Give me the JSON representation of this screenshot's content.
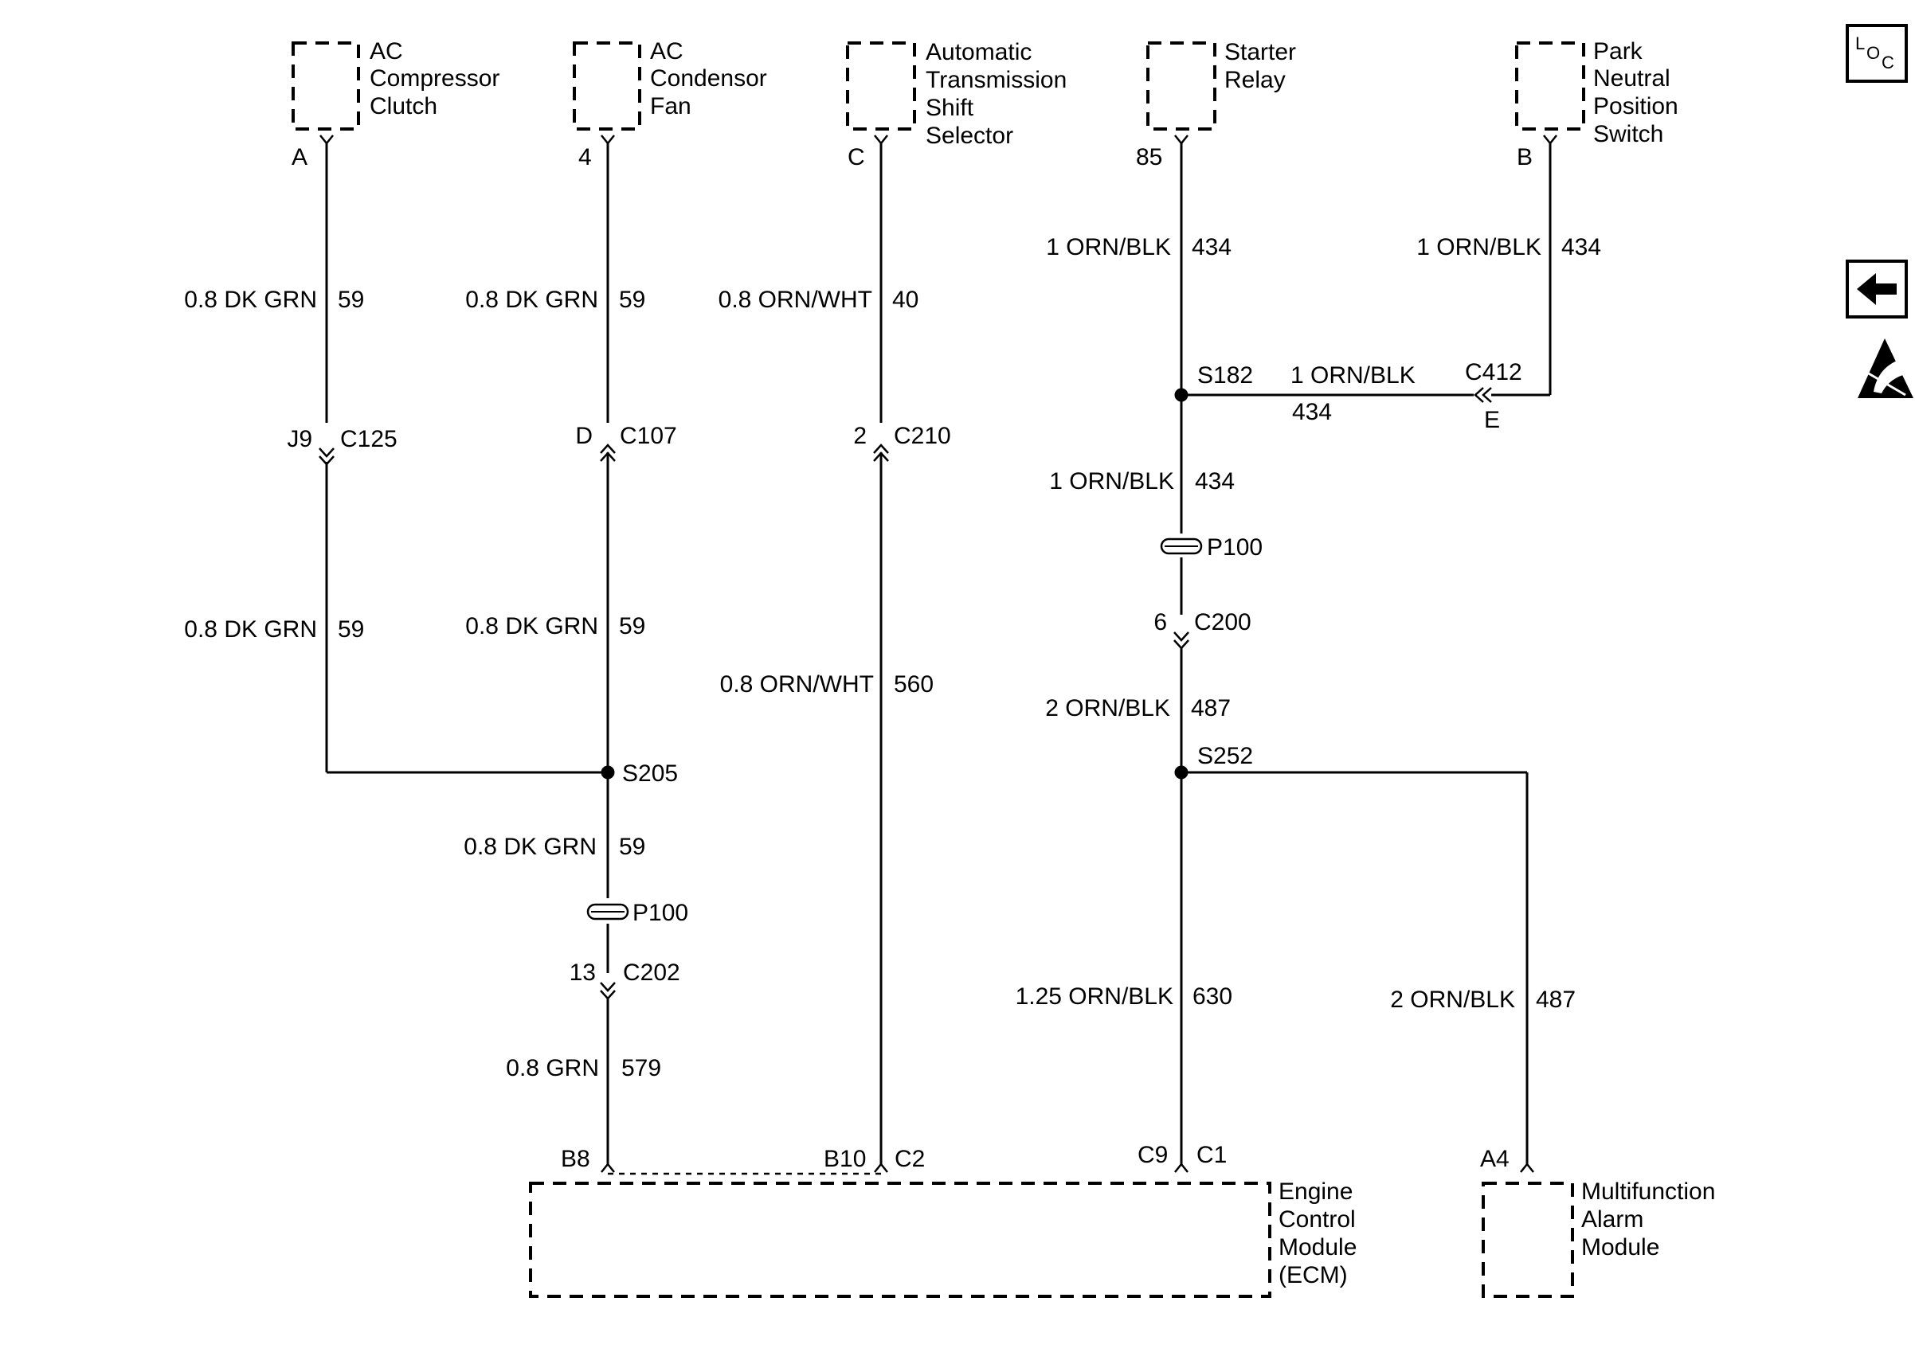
{
  "components": {
    "ac_compressor_clutch": [
      "AC",
      "Compressor",
      "Clutch"
    ],
    "ac_condensor_fan": [
      "AC",
      "Condensor",
      "Fan"
    ],
    "auto_trans_shift_selector": [
      "Automatic",
      "Transmission",
      "Shift",
      "Selector"
    ],
    "starter_relay": [
      "Starter",
      "Relay"
    ],
    "park_neutral_switch": [
      "Park",
      "Neutral",
      "Position",
      "Switch"
    ],
    "ecm": [
      "Engine",
      "Control",
      "Module",
      "(ECM)"
    ],
    "multifunction_alarm": [
      "Multifunction",
      "Alarm",
      "Module"
    ]
  },
  "pins": {
    "ac_compressor": "A",
    "ac_fan": "4",
    "shift_selector": "C",
    "starter_relay": "85",
    "pnp_switch": "B",
    "ecm_b8": "B8",
    "ecm_b10": "B10",
    "ecm_c2": "C2",
    "ecm_c9": "C9",
    "ecm_c1": "C1",
    "alarm_a4": "A4"
  },
  "wires": {
    "w1_top": {
      "label": "0.8 DK GRN",
      "circuit": "59"
    },
    "w1_bottom": {
      "label": "0.8 DK GRN",
      "circuit": "59"
    },
    "w2_top": {
      "label": "0.8 DK GRN",
      "circuit": "59"
    },
    "w2_mid": {
      "label": "0.8 DK GRN",
      "circuit": "59"
    },
    "w2_s205": {
      "label": "0.8 DK GRN",
      "circuit": "59"
    },
    "w2_ecm": {
      "label": "0.8 GRN",
      "circuit": "579"
    },
    "w3_top": {
      "label": "0.8 ORN/WHT",
      "circuit": "40"
    },
    "w3_bottom": {
      "label": "0.8 ORN/WHT",
      "circuit": "560"
    },
    "w4_top": {
      "label": "1 ORN/BLK",
      "circuit": "434"
    },
    "w4_mid": {
      "label": "1 ORN/BLK",
      "circuit": "434"
    },
    "w4_c200": {
      "label": "2 ORN/BLK",
      "circuit": "487"
    },
    "w4_ecm": {
      "label": "1.25 ORN/BLK",
      "circuit": "630"
    },
    "w5_top": {
      "label": "1 ORN/BLK",
      "circuit": "434"
    },
    "w5_horizontal": {
      "label": "1 ORN/BLK",
      "circuit": "434"
    },
    "w6_alarm": {
      "label": "2 ORN/BLK",
      "circuit": "487"
    }
  },
  "connectors": {
    "c125": {
      "name": "C125",
      "cavity": "J9"
    },
    "c107": {
      "name": "C107",
      "cavity": "D"
    },
    "c210": {
      "name": "C210",
      "cavity": "2"
    },
    "c200": {
      "name": "C200",
      "cavity": "6"
    },
    "c202": {
      "name": "C202",
      "cavity": "13"
    },
    "c412": {
      "name": "C412",
      "cavity": "E"
    }
  },
  "splices": {
    "s205": "S205",
    "s182": "S182",
    "s252": "S252"
  },
  "pass_throughs": {
    "p100_left": "P100",
    "p100_right": "P100"
  },
  "side_icons": {
    "locator": {
      "name": "component-locator-icon",
      "glyphs": [
        "L",
        "O",
        "C"
      ]
    },
    "back": {
      "name": "back-arrow-icon"
    },
    "esd": {
      "name": "esd-warning-icon"
    }
  }
}
